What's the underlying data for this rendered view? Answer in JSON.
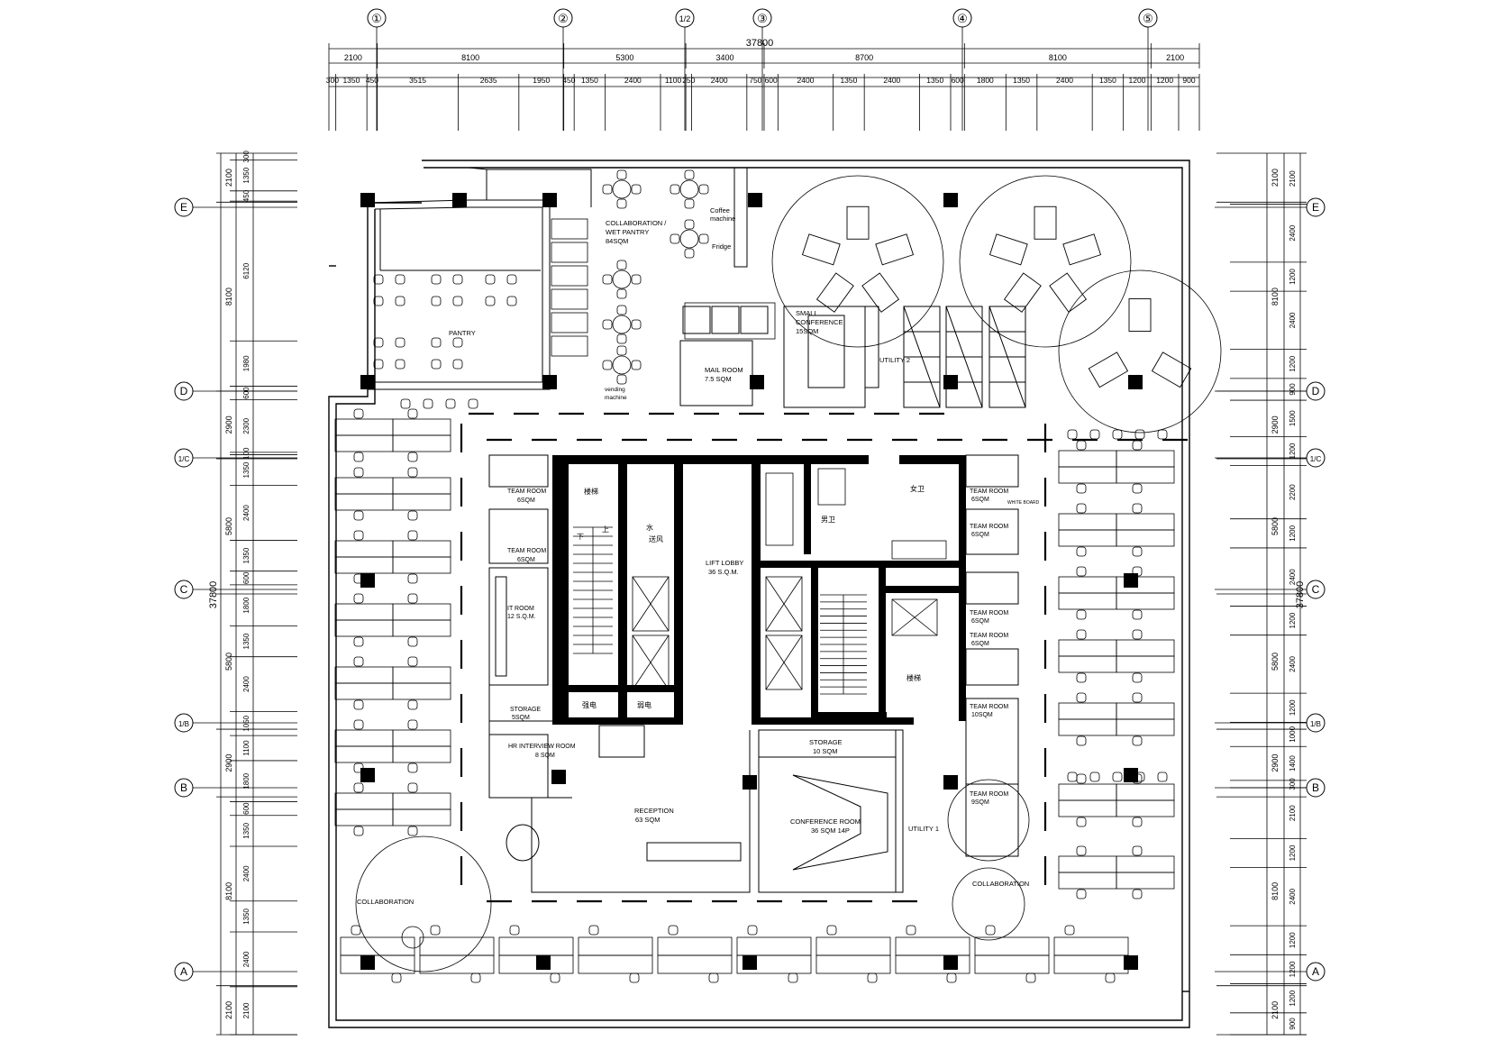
{
  "grid": {
    "columns": [
      "①",
      "②",
      "1/2",
      "③",
      "④",
      "⑤"
    ],
    "rows": [
      "E",
      "D",
      "1/C",
      "C",
      "1/B",
      "B",
      "A"
    ]
  },
  "dims": {
    "top_total": "37800",
    "top_main": [
      "2100",
      "8100",
      "5300",
      "3400",
      "8700",
      "8100",
      "2100"
    ],
    "top_sub": [
      "300",
      "1350",
      "450",
      "3515",
      "2635",
      "1950",
      "450",
      "1350",
      "2400",
      "1100",
      "250",
      "2400",
      "750",
      "600",
      "2400",
      "1350",
      "2400",
      "1350",
      "600",
      "1800",
      "1350",
      "2400",
      "1350",
      "1200",
      "1200",
      "900"
    ],
    "left_total": "37800",
    "left_main": [
      "2100",
      "8100",
      "2900",
      "5800",
      "5800",
      "2900",
      "8100",
      "2100"
    ],
    "left_sub": [
      "300",
      "1350",
      "450",
      "6120",
      "1980",
      "600",
      "2300",
      "100",
      "1350",
      "2400",
      "1350",
      "600",
      "1800",
      "1350",
      "2400",
      "1050",
      "1100",
      "1800",
      "600",
      "1350",
      "2400",
      "1350",
      "2400",
      "2100"
    ],
    "right_total": "37800",
    "right_main": [
      "2100",
      "8100",
      "2900",
      "5800",
      "5800",
      "2900",
      "8100",
      "2100"
    ],
    "right_sub": [
      "2100",
      "2400",
      "1200",
      "2400",
      "1200",
      "900",
      "1500",
      "1200",
      "2200",
      "1200",
      "2400",
      "1200",
      "2400",
      "1200",
      "1000",
      "1400",
      "300",
      "2100",
      "1200",
      "2400",
      "1200",
      "1200",
      "1200",
      "900"
    ]
  },
  "rooms": {
    "collab_pantry": [
      "COLLABORATION /",
      "WET PANTRY",
      "84SQM"
    ],
    "coffee": [
      "Coffee",
      "machine"
    ],
    "fridge": "Fridge",
    "pantry": "PANTRY",
    "vending": [
      "vending",
      "machine"
    ],
    "small_conf": [
      "SMALL",
      "CONFERENCE",
      "15SQM"
    ],
    "mail_room": [
      "MAIL ROOM",
      "7.5 SQM"
    ],
    "utility2": "UTILITY 2",
    "team1": [
      "TEAM ROOM",
      "6SQM"
    ],
    "team2": [
      "TEAM ROOM",
      "6SQM"
    ],
    "it_room": [
      "IT ROOM",
      "12 S.Q.M."
    ],
    "storage_left": [
      "STORAGE",
      "5SQM"
    ],
    "hr_room": [
      "HR INTERVIEW ROOM",
      "8 SQM"
    ],
    "lift_lobby": [
      "LIFT LOBBY",
      "36 S.Q.M."
    ],
    "reception": [
      "RECEPTION",
      "63 SQM"
    ],
    "storage_mid": [
      "STORAGE",
      "10 SQM"
    ],
    "conference": [
      "CONFERENCE ROOM",
      "36 SQM 14P"
    ],
    "utility1": "UTILITY 1",
    "team_r1": [
      "TEAM ROOM",
      "6SQM"
    ],
    "team_r2": [
      "TEAM ROOM",
      "6SQM"
    ],
    "team_r3": [
      "TEAM ROOM",
      "6SQM"
    ],
    "team_r4": [
      "TEAM ROOM",
      "6SQM"
    ],
    "team_r5": [
      "TEAM ROOM",
      "10SQM"
    ],
    "team_r6": [
      "TEAM ROOM",
      "9SQM"
    ],
    "collab_left": "COLLABORATION",
    "collab_right": "COLLABORATION",
    "whiteboard": "WHITE BOARD",
    "core_stair1": "楼梯",
    "core_stair2": "楼梯",
    "core_water": "水",
    "core_elec": "强电",
    "core_weak": "弱电",
    "core_fan": "送风",
    "core_wc_m": "男卫",
    "core_wc_f": "女卫",
    "core_down": "下",
    "core_up": "上"
  }
}
